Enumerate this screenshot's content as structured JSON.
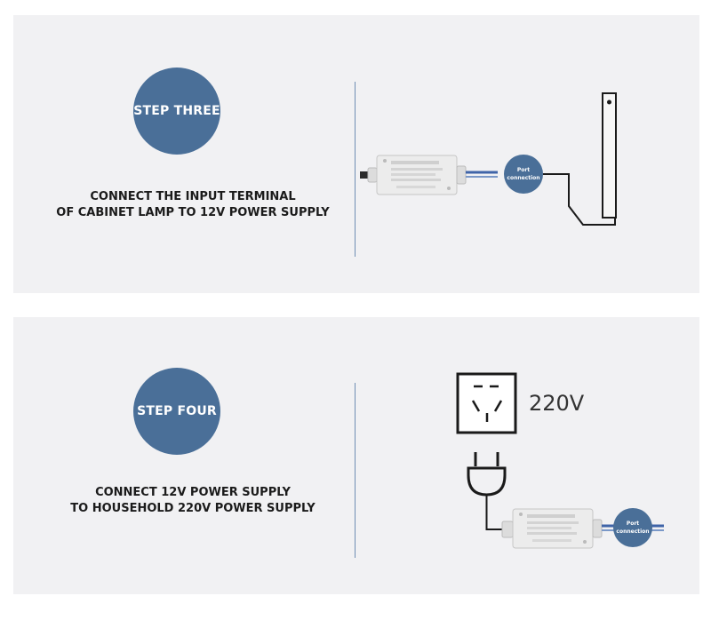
{
  "step_three": {
    "badge": "STEP THREE",
    "line1": "CONNECT THE INPUT TERMINAL",
    "line2": "OF CABINET LAMP TO 12V POWER SUPPLY",
    "port_line1": "Port",
    "port_line2": "connection"
  },
  "step_four": {
    "badge": "STEP FOUR",
    "line1": "CONNECT 12V POWER SUPPLY",
    "line2": "TO HOUSEHOLD 220V POWER SUPPLY",
    "voltage": "220V",
    "port_line1": "Port",
    "port_line2": "connection"
  },
  "colors": {
    "badge": "#4a6f98",
    "panel": "#f1f1f3",
    "divider": "#6e8db2",
    "wire_blue": "#3f64a8"
  }
}
